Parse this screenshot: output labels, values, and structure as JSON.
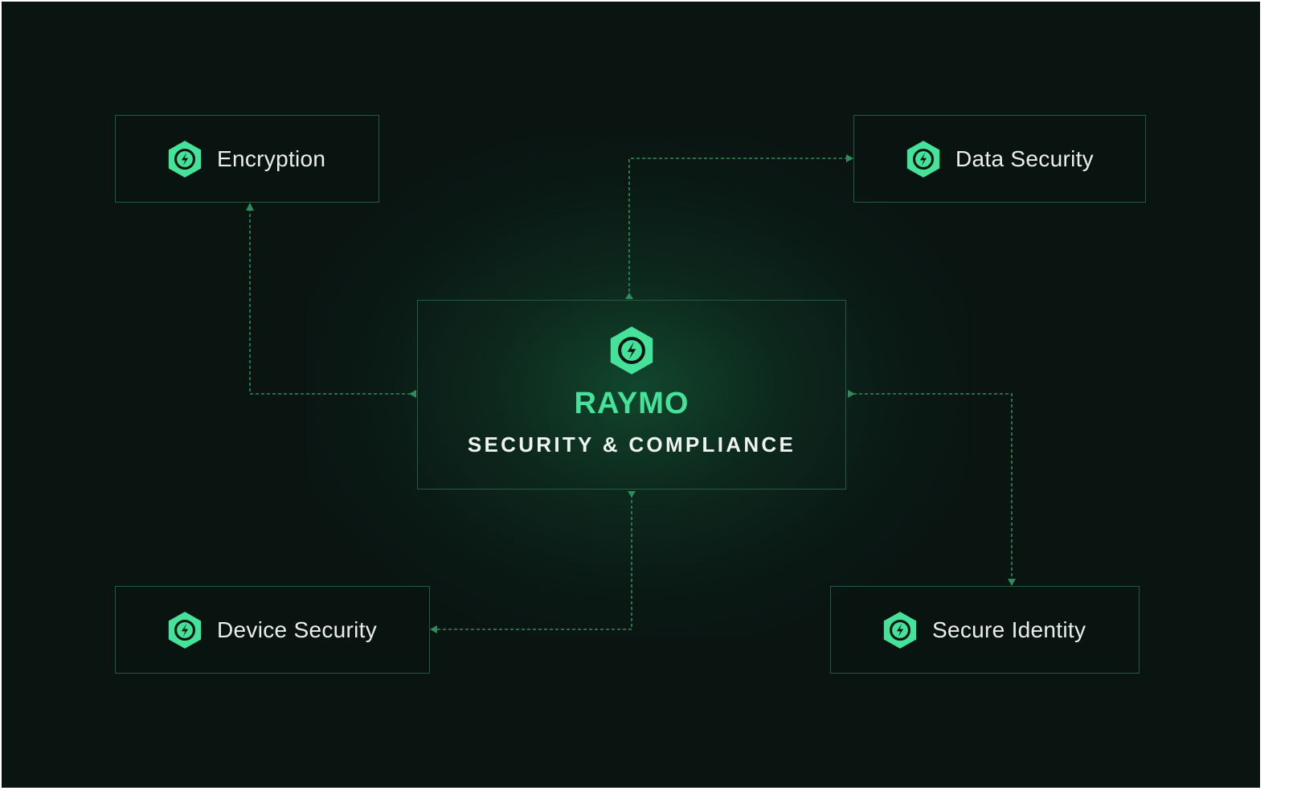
{
  "hub": {
    "title": "RAYMO",
    "subtitle": "SECURITY & COMPLIANCE",
    "icon": "bolt-hexagon-icon"
  },
  "nodes": [
    {
      "label": "Encryption",
      "icon": "bolt-hexagon-icon"
    },
    {
      "label": "Data Security",
      "icon": "bolt-hexagon-icon"
    },
    {
      "label": "Device Security",
      "icon": "bolt-hexagon-icon"
    },
    {
      "label": "Secure Identity",
      "icon": "bolt-hexagon-icon"
    }
  ],
  "colors": {
    "background": "#0a1512",
    "accent": "#45e39a",
    "border": "#1f5c40",
    "connector": "#2f8a5c",
    "text": "#e8efec"
  }
}
